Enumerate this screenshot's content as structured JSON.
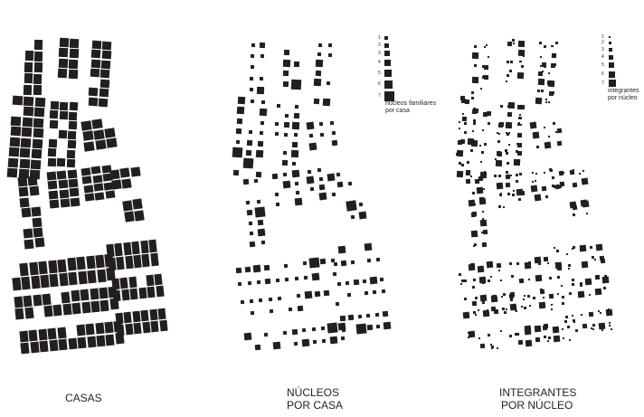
{
  "panels": [
    {
      "id": "casas",
      "caption_lines": [
        "CASAS"
      ]
    },
    {
      "id": "nucleos",
      "caption_lines": [
        "NÚCLEOS",
        "POR CASA"
      ]
    },
    {
      "id": "integrantes",
      "caption_lines": [
        "INTEGRANTES",
        "POR NÚCLEO"
      ]
    }
  ],
  "legends": [
    {
      "panel": "nucleos",
      "values": [
        "1",
        "2",
        "3",
        "4",
        "5",
        "6",
        "7"
      ],
      "label_lines": [
        "núcleos familiares",
        "por casa"
      ]
    },
    {
      "panel": "integrantes",
      "values": [
        "1",
        "2",
        "3",
        "4",
        "5",
        "6",
        "7"
      ],
      "label_lines": [
        "integrantes",
        "por núcleo"
      ]
    }
  ],
  "colors": {
    "ink": "#231f20",
    "background": "#ffffff"
  }
}
